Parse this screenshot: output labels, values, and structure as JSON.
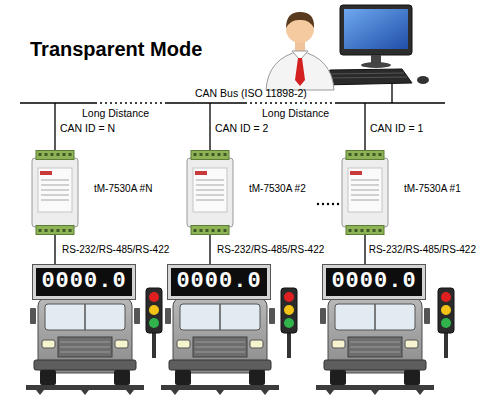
{
  "diagram": {
    "title": "Transparent Mode",
    "nodes": [
      {
        "text": [
          "tM-7530A #N"
        ]
      },
      {
        "text": [
          "tM-7530A #2"
        ]
      },
      {
        "text": [
          "tM-7530A #1"
        ]
      },
      {
        "text": [
          "0000.0"
        ]
      },
      {
        "text": [
          "0000.0"
        ]
      },
      {
        "text": [
          "0000.0"
        ]
      }
    ],
    "edges": [
      {
        "from": 0,
        "to": 3,
        "arrow": "none",
        "label": "RS-232/RS-485/RS-422"
      },
      {
        "from": 1,
        "to": 4,
        "arrow": "none",
        "label": "RS-232/RS-485/RS-422"
      },
      {
        "from": 2,
        "to": 5,
        "arrow": "none",
        "label": "RS-232/RS-485/RS-422"
      }
    ],
    "labels": [
      "CAN Bus (ISO 11898-2)",
      "Long Distance",
      "Long Distance",
      "CAN ID = N",
      "CAN ID = 2",
      "CAN ID = 1"
    ]
  }
}
